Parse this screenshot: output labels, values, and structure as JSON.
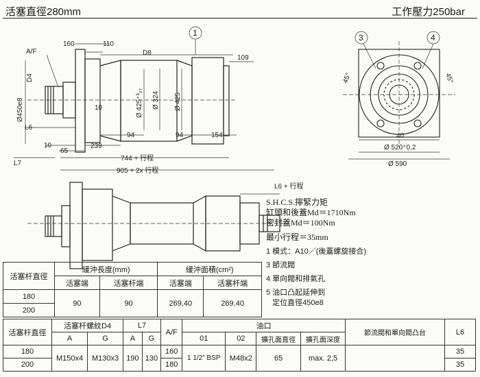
{
  "header": {
    "left_title": "活塞直徑280mm",
    "right_title": "工作壓力250bar"
  },
  "drawing_top": {
    "labels": {
      "af": "A/F",
      "d4": "D4",
      "d450": "Ø450e8",
      "l6": "L6",
      "l7": "L7",
      "d160": "160",
      "d110": "110",
      "d8": "D8",
      "d109": "109",
      "d10a": "10",
      "d10b": "10",
      "d65": "65",
      "d239": "239",
      "d94a": "94",
      "d94b": "94",
      "d154": "154",
      "d425a": "Ø 425⁺³₂₇",
      "d324": "Ø 324",
      "d425b": "Ø 425",
      "d744": "744 + 行程",
      "d905": "905 + 2x 行程"
    },
    "callout_1": "1"
  },
  "drawing_end": {
    "callout_3": "3",
    "callout_4": "4",
    "angle_left": "45°",
    "angle_right": "45°",
    "d40": "40",
    "d520": "Ø 520⁺0.2",
    "d590": "Ø 590"
  },
  "drawing_bottom": {
    "l6_stroke": "L6 + 行程"
  },
  "notes": {
    "shcs_title": "S.H.C.S.擰緊力矩",
    "shcs_line1": "缸頭和後蓋Md＝1710Nm",
    "shcs_line2": "密封蓋Md＝100Nm",
    "min_stroke": "最小行程＝35mm",
    "legend": [
      "1  模式：A10／(後蓋螺旋接合)",
      "3  節流閥",
      "4  單向閥和排氣孔",
      "5  油口凸起延伸到",
      "   定位直徑450e8"
    ]
  },
  "table1": {
    "rod_header": "活塞杆直徑",
    "cushion_len_header": "緩沖長度(mm)",
    "cushion_area_header": "緩沖面積(cm²)",
    "sub_headers": [
      "活塞端",
      "活塞杆端",
      "活塞端",
      "活塞杆端"
    ],
    "rows": [
      {
        "rod": "180",
        "values": [
          "90",
          "90",
          "269,40",
          "269,40"
        ]
      },
      {
        "rod": "200",
        "values": [
          "",
          "",
          "",
          ""
        ]
      }
    ]
  },
  "table2": {
    "rod_header": "活塞杆直徑",
    "thread_header": "活塞杆螺紋D4",
    "l7_header": "L7",
    "af_header": "A/F",
    "port_header": "油口",
    "port_sub": [
      "01",
      "02",
      "擴孔面直徑",
      "擴孔面深度"
    ],
    "valve_header": "節流閥和單向閥凸台",
    "l6_header": "L6",
    "ag": [
      "A",
      "G",
      "A",
      "G"
    ],
    "rows": [
      {
        "rod": "180",
        "af": "160",
        "l6": "35"
      },
      {
        "rod": "200",
        "af": "180",
        "l6": "35"
      }
    ],
    "shared": {
      "thread_a": "M150x4",
      "thread_g": "M130x3",
      "l7_a": "190",
      "l7_g": "130",
      "port_01": "1 1/2\" BSP",
      "port_02": "M48x2",
      "counterbore_dia": "65",
      "counterbore_depth": "max. 2,5"
    }
  }
}
